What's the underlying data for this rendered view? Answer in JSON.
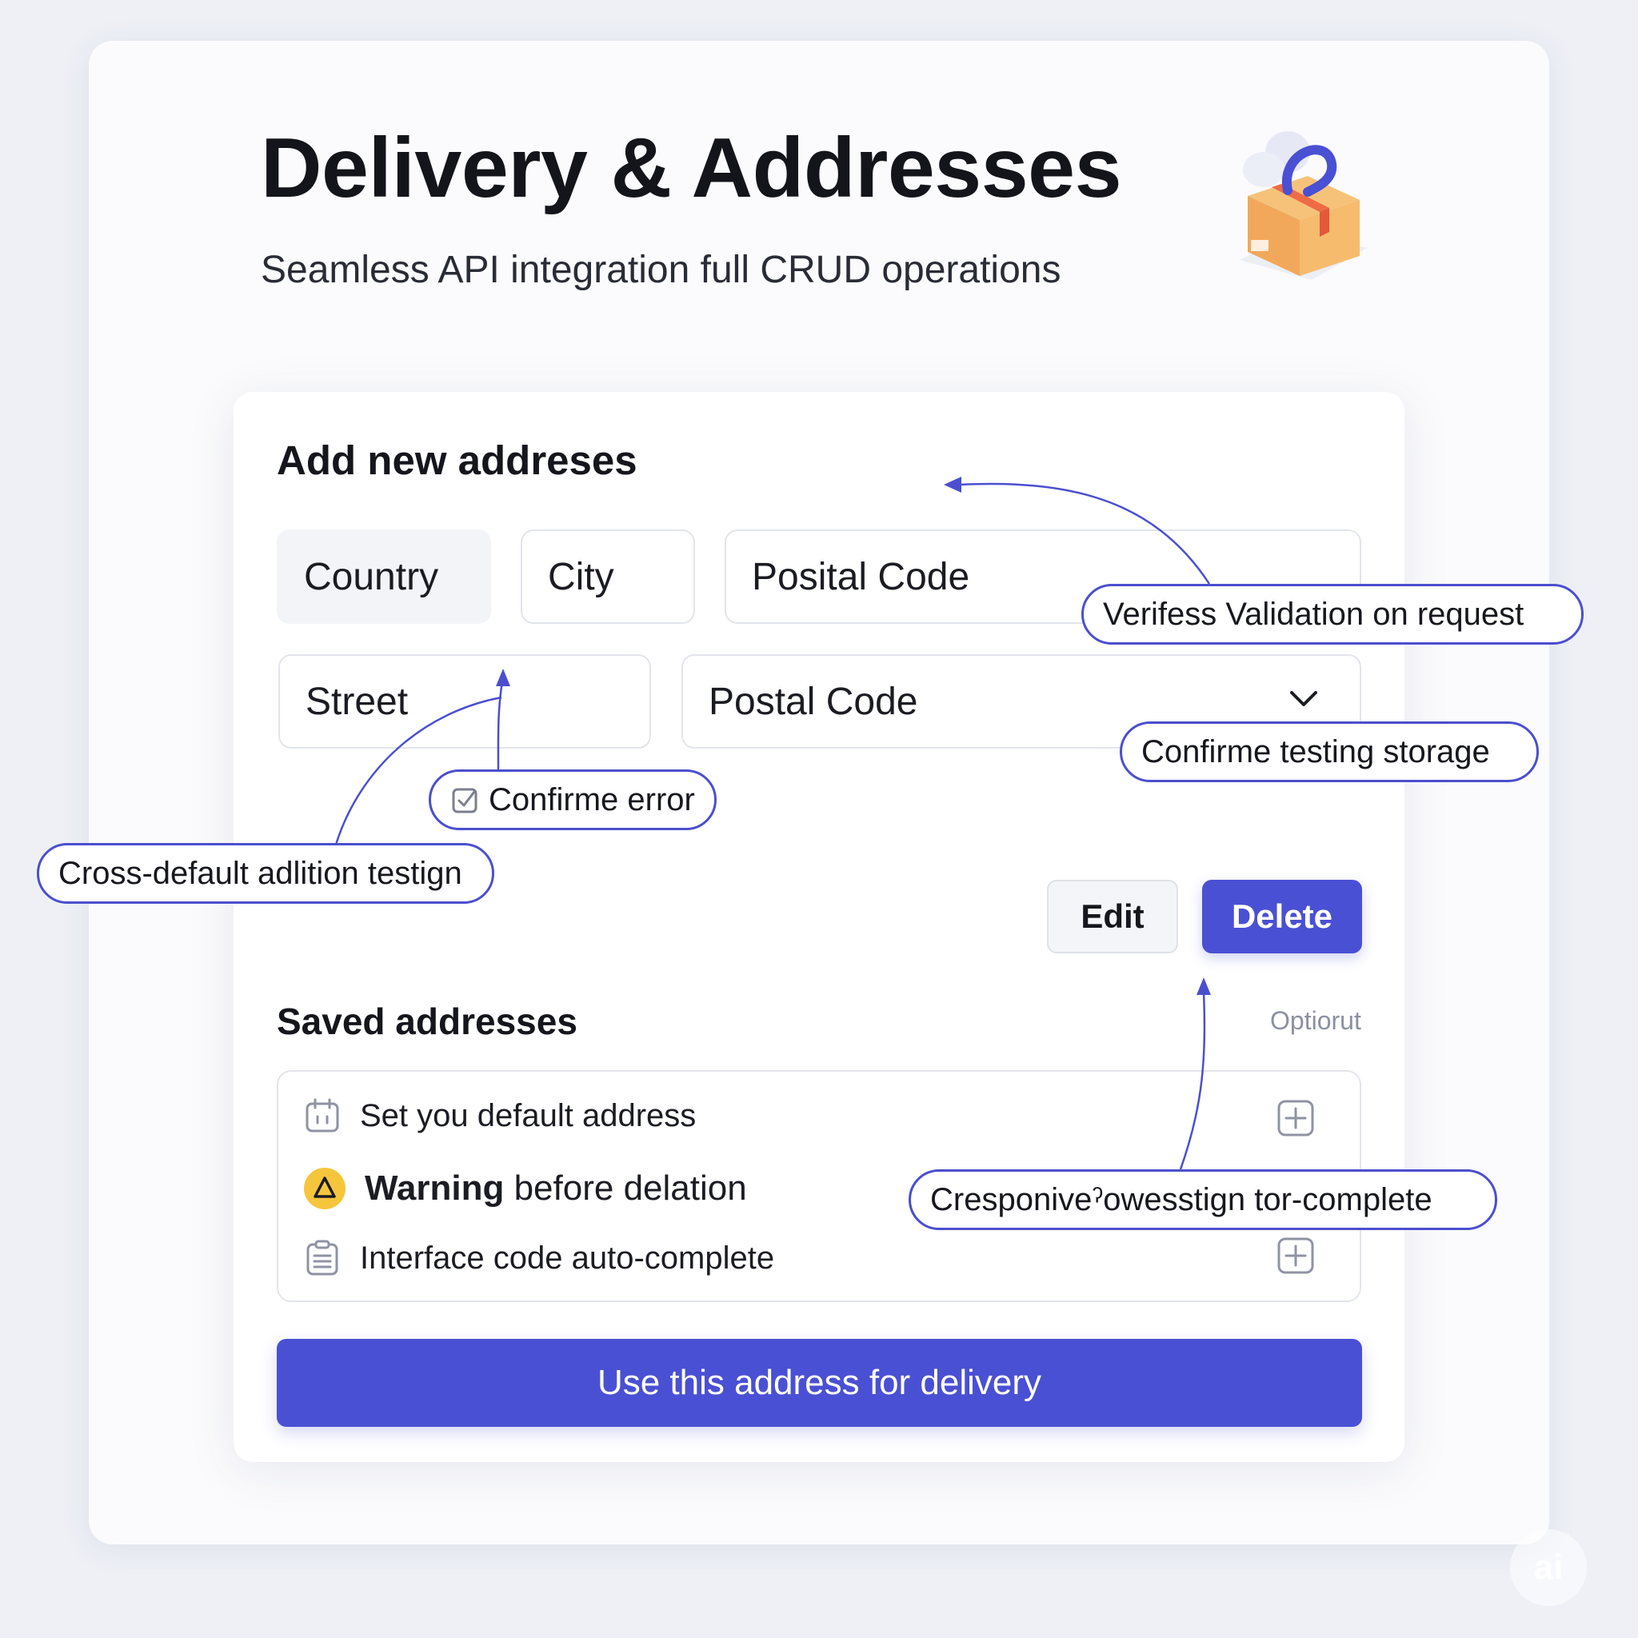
{
  "header": {
    "title": "Delivery & Addresses",
    "subtitle": "Seamless API integration full CRUD operations",
    "icon": "package-icon"
  },
  "form": {
    "section_title": "Add new addreses",
    "fields": {
      "country": "Country",
      "city": "City",
      "postal_code": "Posital Code",
      "street": "Street",
      "postal_code_select": "Postal Code"
    }
  },
  "actions": {
    "edit_label": "Edit",
    "delete_label": "Delete"
  },
  "saved": {
    "section_title": "Saved addresses",
    "option_label": "Optiorut",
    "items": [
      {
        "icon": "calendar-icon",
        "label": "Set you default address"
      },
      {
        "icon": "warning-icon",
        "label_bold": "Warning",
        "label_rest": " before delation"
      },
      {
        "icon": "clipboard-icon",
        "label": "Interface code auto-complete"
      }
    ]
  },
  "primary_button": "Use this address for delivery",
  "annotations": {
    "validation": "Verifess Validation on request",
    "storage": "Confirme testing storage",
    "error": "Confirme error",
    "cross_default": "Cross-default adlition testign",
    "responsive": "Cresponiveˀowesstign tor-complete"
  },
  "colors": {
    "accent": "#4a50d3",
    "warning": "#f5c63c",
    "background": "#eef0f6"
  },
  "watermark": "ai"
}
